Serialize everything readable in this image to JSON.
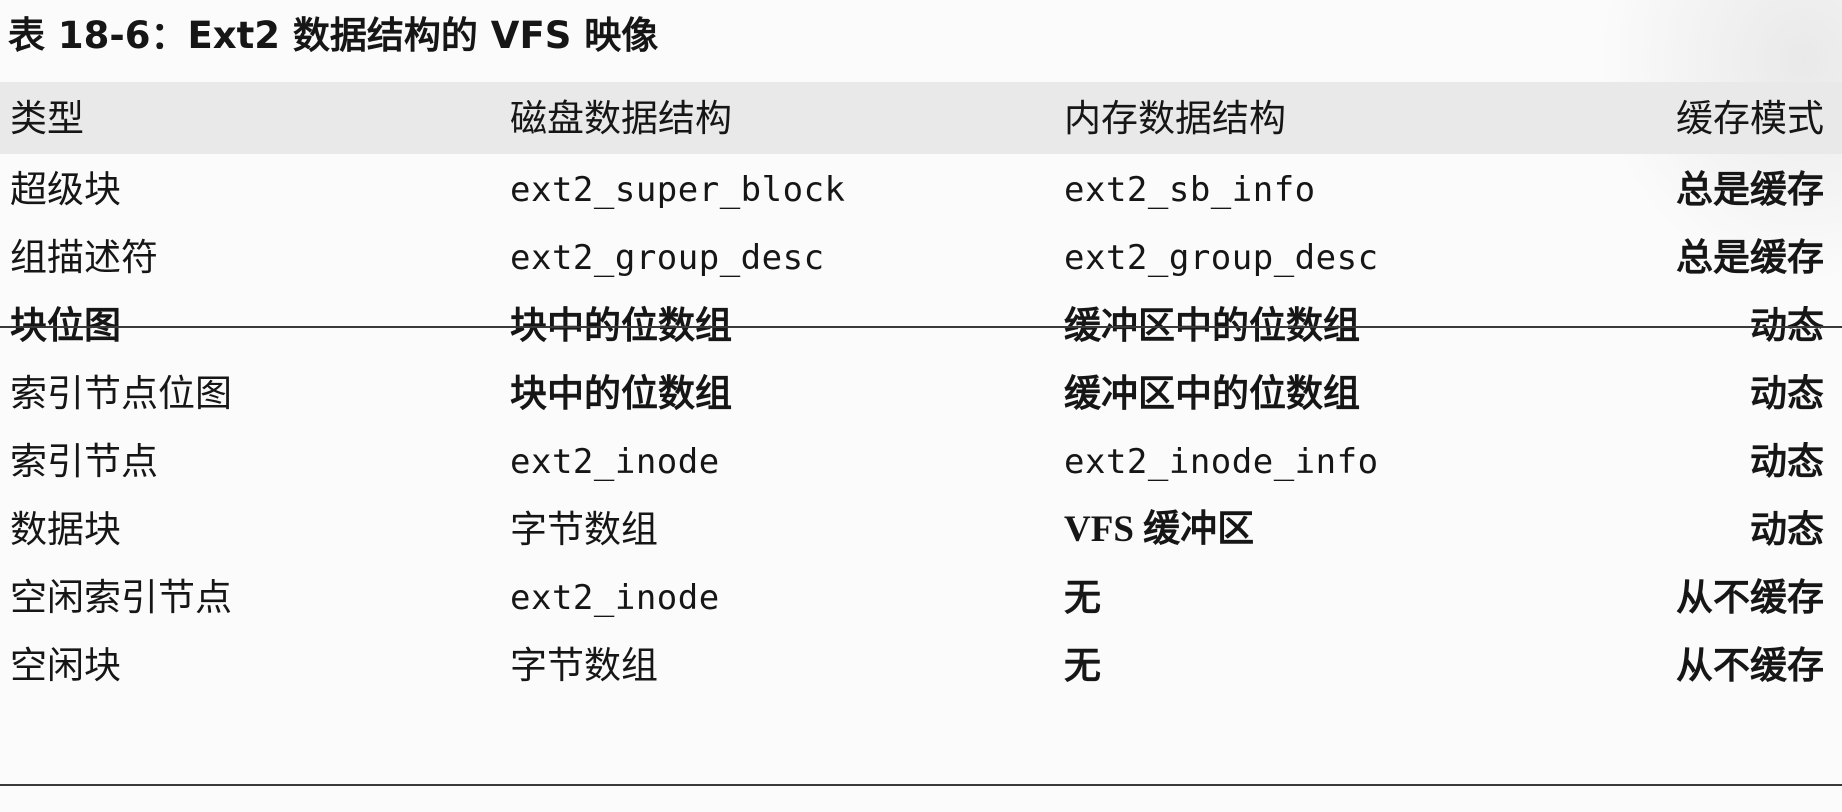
{
  "caption": "表 18-6：Ext2 数据结构的 VFS 映像",
  "headers": {
    "type": "类型",
    "disk": "磁盘数据结构",
    "memory": "内存数据结构",
    "cache": "缓存模式"
  },
  "rows": [
    {
      "type": "超级块",
      "disk": "ext2_super_block",
      "memory": "ext2_sb_info",
      "cache": "总是缓存"
    },
    {
      "type": "组描述符",
      "disk": "ext2_group_desc",
      "memory": "ext2_group_desc",
      "cache": "总是缓存"
    },
    {
      "type": "块位图",
      "disk": "块中的位数组",
      "memory": "缓冲区中的位数组",
      "cache": "动态"
    },
    {
      "type": "索引节点位图",
      "disk": "块中的位数组",
      "memory": "缓冲区中的位数组",
      "cache": "动态"
    },
    {
      "type": "索引节点",
      "disk": "ext2_inode",
      "memory": "ext2_inode_info",
      "cache": "动态"
    },
    {
      "type": "数据块",
      "disk": "字节数组",
      "memory": "VFS 缓冲区",
      "cache": "动态"
    },
    {
      "type": "空闲索引节点",
      "disk": "ext2_inode",
      "memory": "无",
      "cache": "从不缓存"
    },
    {
      "type": "空闲块",
      "disk": "字节数组",
      "memory": "无",
      "cache": "从不缓存"
    }
  ]
}
